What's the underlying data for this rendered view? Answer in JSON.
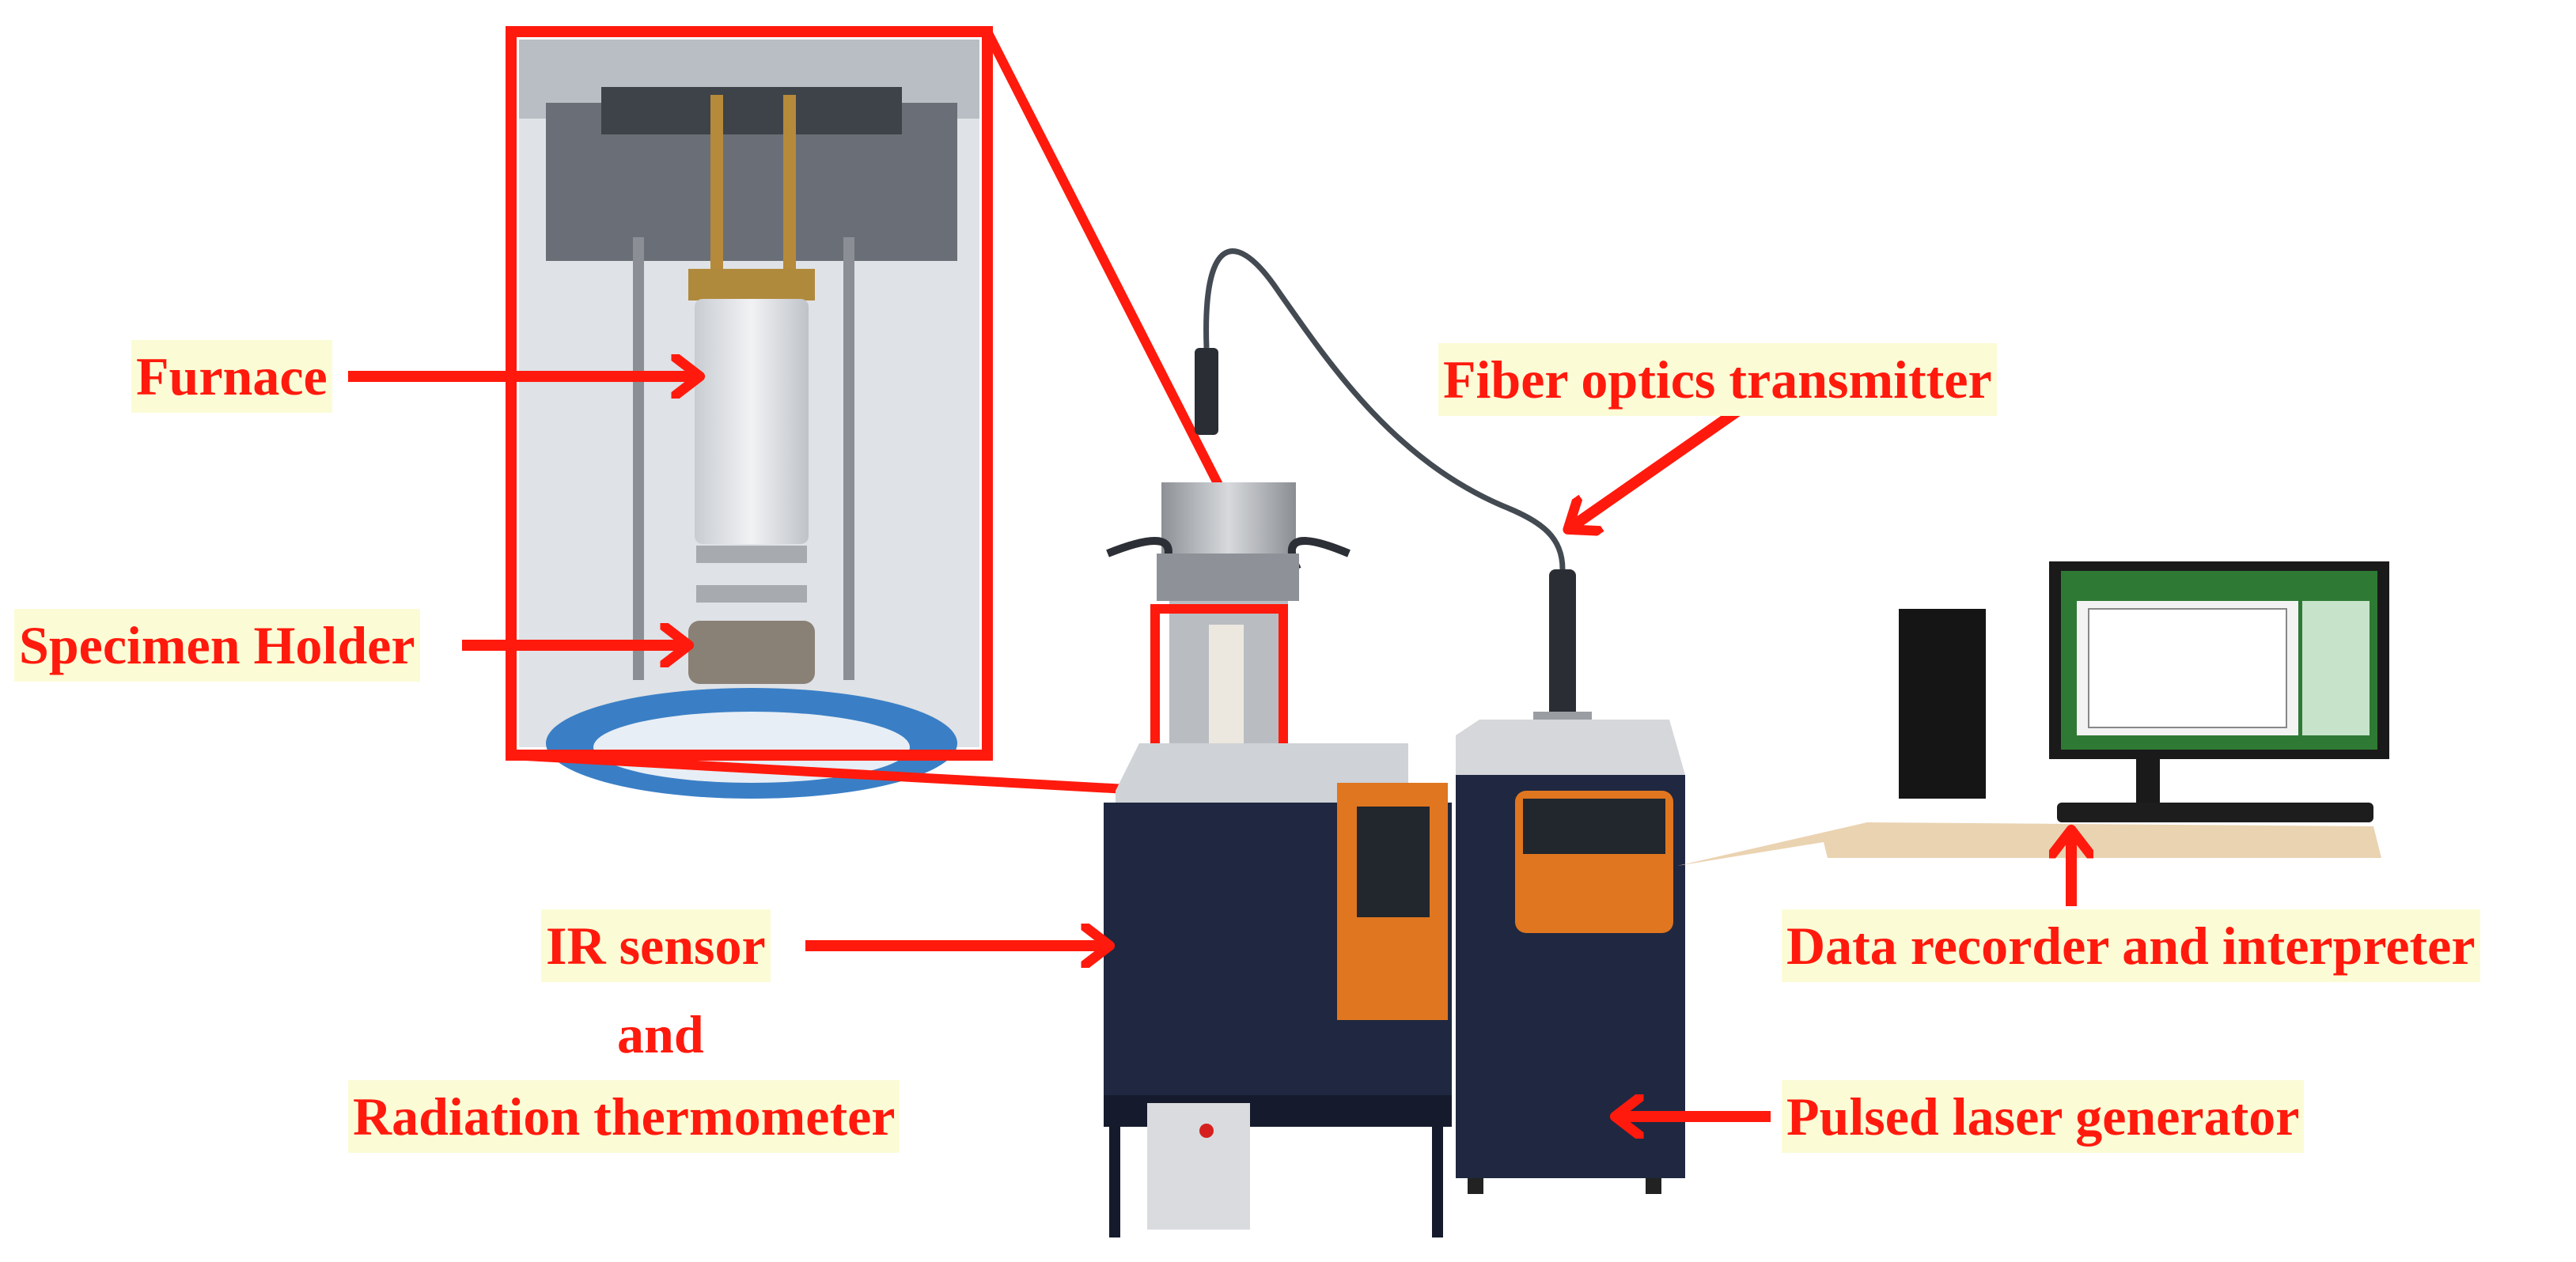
{
  "labels": {
    "furnace": "Furnace",
    "specimen_holder": "Specimen Holder",
    "fiber_optics": "Fiber optics transmitter",
    "ir_sensor": "IR sensor",
    "and": "and",
    "radiation_thermometer": "Radiation thermometer",
    "data_recorder": "Data recorder and interpreter",
    "pulsed_laser": "Pulsed laser generator"
  },
  "colors": {
    "annotation_red": "#ff1a0d",
    "label_highlight": "#fbfcd6",
    "cabinet_navy": "#1f2840",
    "panel_orange": "#e0761f"
  }
}
